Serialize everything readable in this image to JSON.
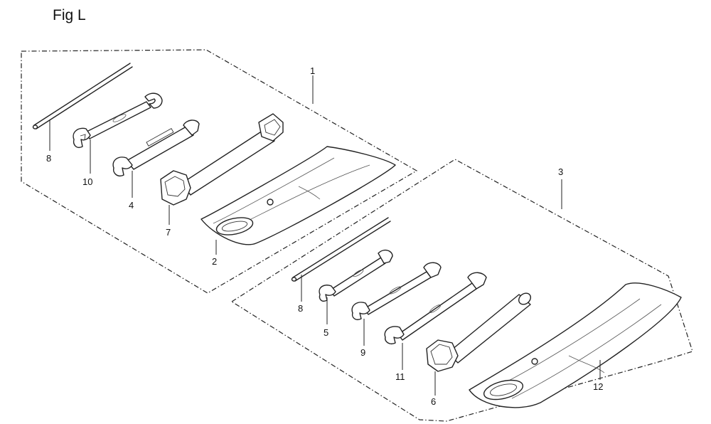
{
  "figure": {
    "title": "Fig L",
    "callouts": {
      "c1": "1",
      "c2": "2",
      "c3": "3",
      "c4": "4",
      "c5": "5",
      "c6": "6",
      "c7": "7",
      "c8a": "8",
      "c8b": "8",
      "c9": "9",
      "c10": "10",
      "c11": "11",
      "c12": "12"
    }
  }
}
